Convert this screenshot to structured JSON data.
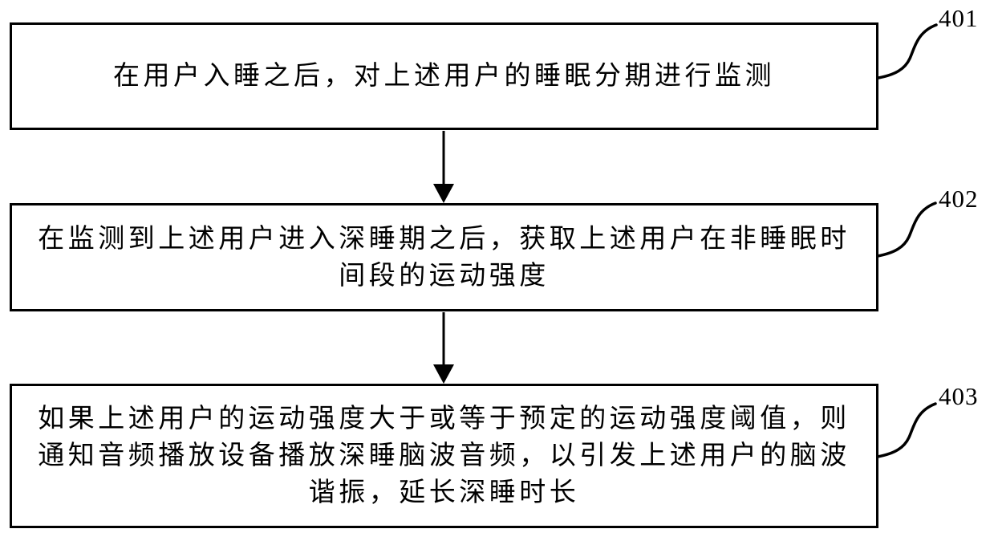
{
  "diagram": {
    "type": "flowchart",
    "background_color": "#ffffff",
    "line_color": "#000000",
    "steps": [
      {
        "ref": "401",
        "lines": [
          "在用户入睡之后，对上述用户的睡眠分期进行监测"
        ]
      },
      {
        "ref": "402",
        "lines": [
          "在监测到上述用户进入深睡期之后，获取上述用户在非睡眠时",
          "间段的运动强度"
        ]
      },
      {
        "ref": "403",
        "lines": [
          "如果上述用户的运动强度大于或等于预定的运动强度阈值，则",
          "通知音频播放设备播放深睡脑波音频，以引发上述用户的脑波",
          "谐振，延长深睡时长"
        ]
      }
    ]
  }
}
